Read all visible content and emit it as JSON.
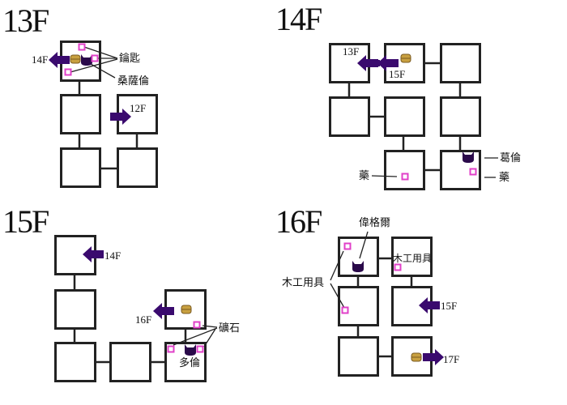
{
  "floors": [
    {
      "title": "13F",
      "labels": {
        "stairs_up": "14F",
        "stairs_down": "12F",
        "key": "鑰匙",
        "npc": "桑薩倫"
      }
    },
    {
      "title": "14F",
      "labels": {
        "stairs_down": "13F",
        "stairs_up": "15F",
        "npc": "葛倫",
        "medicine_left": "藥",
        "medicine_right": "藥"
      }
    },
    {
      "title": "15F",
      "labels": {
        "stairs_down": "14F",
        "stairs_up": "16F",
        "ore": "礦石",
        "npc": "多倫"
      }
    },
    {
      "title": "16F",
      "labels": {
        "npc": "偉格爾",
        "tools_left": "木工用具",
        "tools_room": "木工用具",
        "stairs_down": "15F",
        "stairs_up": "17F"
      }
    }
  ],
  "colors": {
    "arrow": "#3a0a6e",
    "item": "#e040c8",
    "npc": "#2a0a4a",
    "chest": "#c8a040"
  }
}
